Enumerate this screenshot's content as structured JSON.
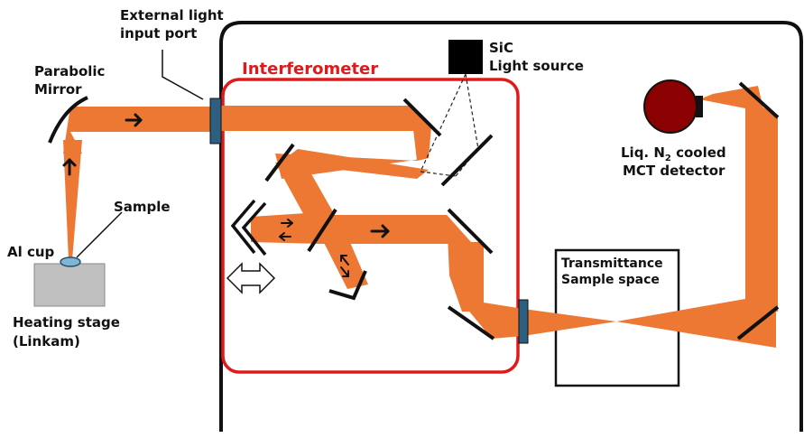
{
  "labels": {
    "external_port": [
      "External light",
      "input port"
    ],
    "parabolic_mirror": [
      "Parabolic",
      "Mirror"
    ],
    "interferometer": "Interferometer",
    "light_source": [
      "SiC",
      "Light source"
    ],
    "detector_line1_prefix": "Liq. N",
    "detector_line1_sub": "2",
    "detector_line1_suffix": " cooled",
    "detector_line2": "MCT detector",
    "sample": "Sample",
    "al_cup": "Al cup",
    "heating_stage": [
      "Heating stage",
      "(Linkam)"
    ],
    "transmittance": [
      "Transmittance",
      "Sample space"
    ]
  },
  "colors": {
    "beam": "#ed7834",
    "interferometer_box": "#e01a1a",
    "port_window": "#2d6080",
    "detector_body": "#8b0000",
    "stage": "#c0c0c0",
    "mirror": "#111111"
  }
}
